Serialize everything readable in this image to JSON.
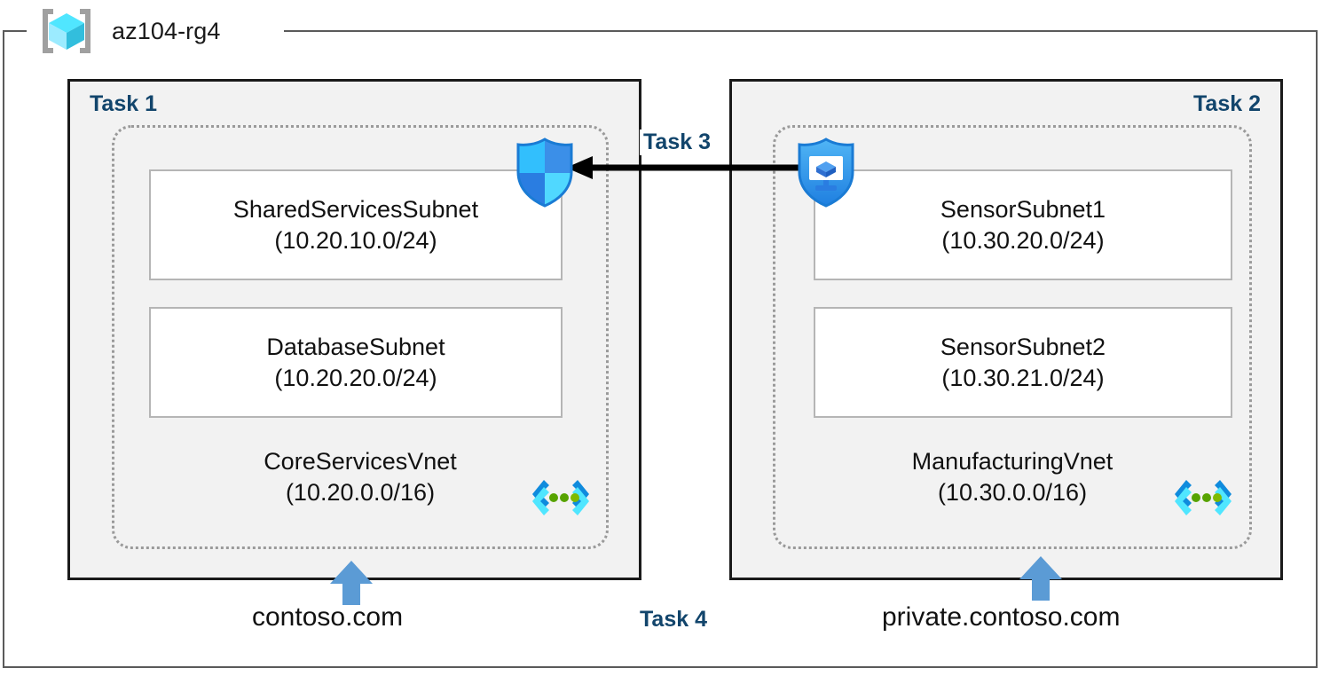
{
  "resource_group": {
    "name": "az104-rg4",
    "icon": "resource-group-cube-icon"
  },
  "panels": [
    {
      "id": "left",
      "task_label": "Task 1",
      "vnet": {
        "name": "CoreServicesVnet",
        "cidr": "(10.20.0.0/16)",
        "icon": "virtual-network-icon"
      },
      "subnets": [
        {
          "name": "SharedServicesSubnet",
          "cidr": "(10.20.10.0/24)"
        },
        {
          "name": "DatabaseSubnet",
          "cidr": "(10.20.20.0/24)"
        }
      ],
      "dns": {
        "label": "contoso.com",
        "arrow": "up-arrow-icon"
      }
    },
    {
      "id": "right",
      "task_label": "Task 2",
      "vnet": {
        "name": "ManufacturingVnet",
        "cidr": "(10.30.0.0/16)",
        "icon": "virtual-network-icon"
      },
      "subnets": [
        {
          "name": "SensorSubnet1",
          "cidr": "(10.30.20.0/24)"
        },
        {
          "name": "SensorSubnet2",
          "cidr": "(10.30.21.0/24)"
        }
      ],
      "dns": {
        "label": "private.contoso.com",
        "arrow": "up-arrow-icon"
      }
    }
  ],
  "connectors": {
    "task3": {
      "label": "Task 3",
      "direction": "right-to-left",
      "source_icon": "shield-virtual-machine-icon",
      "target_icon": "shield-firewall-icon"
    },
    "task4": {
      "label": "Task 4"
    }
  },
  "colors": {
    "task_label": "#12456c",
    "panel_fill": "#f2f2f2",
    "panel_border": "#1a1a1a",
    "vnet_dotted_border": "#9a9a9a",
    "subnet_border": "#b5b5b5",
    "dns_arrow": "#5b9bd5",
    "connector_line": "#000000",
    "frame_border": "#5a5a5a",
    "cube_cyan": "#50e6ff",
    "shield_blue": "#1f8df5"
  }
}
